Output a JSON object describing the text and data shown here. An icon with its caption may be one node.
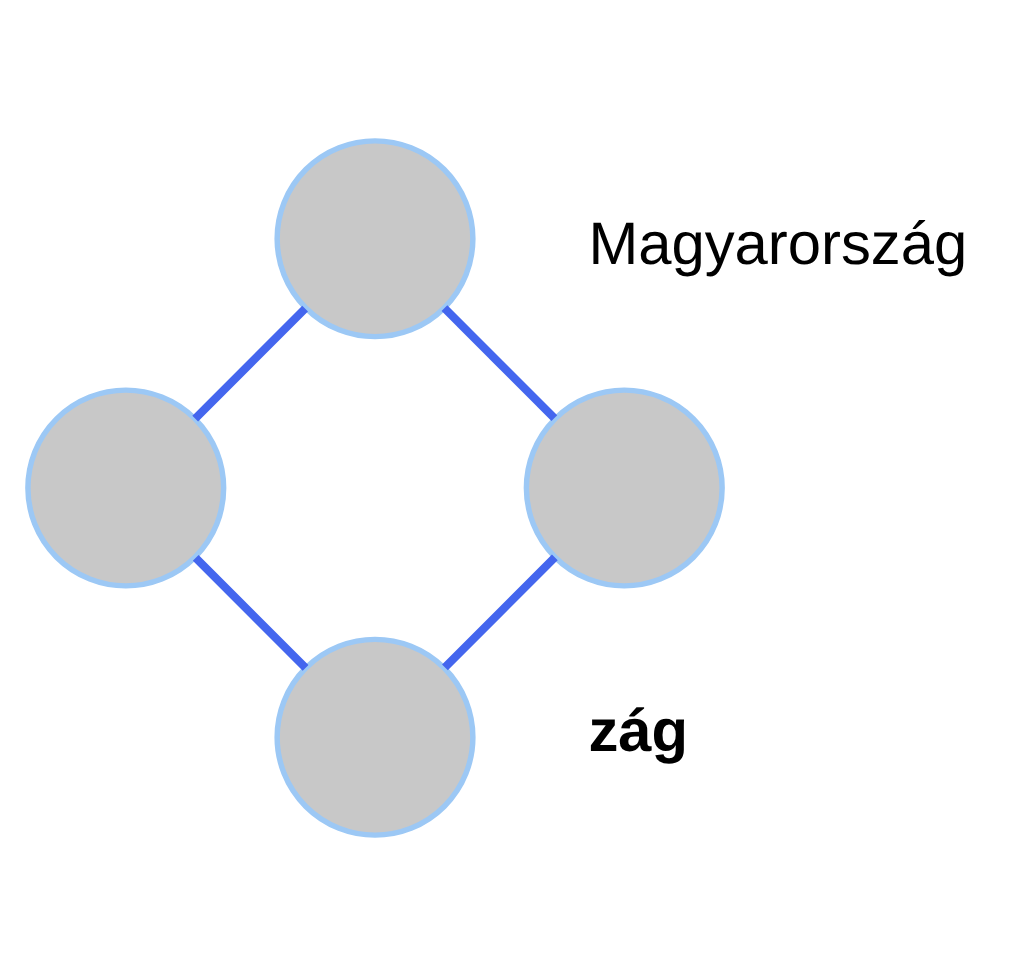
{
  "diagram": {
    "nodes": [
      {
        "text": [],
        "shape": "circle"
      },
      {
        "text": [],
        "shape": "circle"
      },
      {
        "text": [],
        "shape": "circle"
      },
      {
        "text": [],
        "shape": "circle"
      }
    ],
    "edges": [
      {
        "from": 0,
        "to": 1,
        "arrow": "none"
      },
      {
        "from": 1,
        "to": 3,
        "arrow": "none"
      },
      {
        "from": 3,
        "to": 2,
        "arrow": "none"
      },
      {
        "from": 2,
        "to": 0,
        "arrow": "none"
      }
    ],
    "labels": [
      "zág",
      "Magyarország"
    ]
  }
}
